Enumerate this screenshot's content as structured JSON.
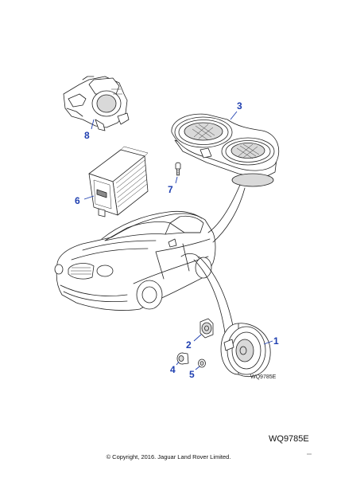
{
  "callouts": {
    "part_1": "1",
    "part_2": "2",
    "part_3": "3",
    "part_4": "4",
    "part_5": "5",
    "part_6": "6",
    "part_7": "7",
    "part_8": "8"
  },
  "illustration_code": "WQ9785E",
  "reference_code": "WQ9785E",
  "copyright": "© Copyright, 2016. Jaguar Land Rover Limited.",
  "colors": {
    "callout": "#1f3fb0",
    "line": "#222222",
    "shade": "#d9d9d9"
  }
}
